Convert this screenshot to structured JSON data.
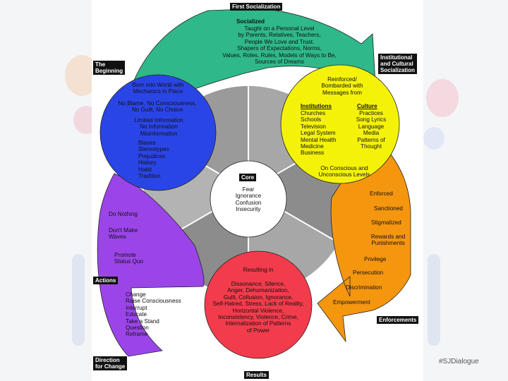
{
  "labels": {
    "first_socialization": "First Socialization",
    "the_beginning": "The\nBeginning",
    "institutional_cultural": "Institutional\nand Cultural\nSocialization",
    "core": "Core",
    "actions": "Actions",
    "enforcements": "Enforcements",
    "direction_for_change": "Direction\nfor Change",
    "results": "Results"
  },
  "socialized": {
    "title": "Socialized",
    "body": "Taught on a Personal Level\nby Parents, Relatives, Teachers,\nPeople We Love and Trust.\nShapers of Expectations, Norms,\nValues, Roles, Rules, Models of Ways to Be,\nSources of Dreams"
  },
  "beginning": {
    "born": "Born into World with\nMechanics in Place",
    "no_blame": "No Blame, No Consciousness,\nNo Guilt, No Choice",
    "limited": "Limited Information\nNo Information\nMisinformation",
    "list": "Biases\nStereotypes\nPrejudices\nHistory\nHabit\nTradition"
  },
  "institutional": {
    "reinforced": "Reinforced/\nBombarded with\nMessages from",
    "institutions_title": "Institutions",
    "institutions_list": "Churches\nSchools\nTelevision\nLegal System\nMental Health\nMedicine\nBusiness",
    "culture_title": "Culture",
    "culture_list": "Practices\nSong Lyrics\nLanguage\nMedia\nPatterns of\nThought",
    "conscious": "On Conscious and\nUnconscious Levels"
  },
  "core": {
    "body": "Fear\nIgnorance\nConfusion\nInsecurity"
  },
  "enforcements": {
    "items": [
      "Enforced",
      "Sanctioned",
      "Stigmatized",
      "Rewards and\nPunishments",
      "Privilege",
      "Persecution",
      "Discrimination",
      "Empowerment"
    ]
  },
  "results": {
    "title": "Resulting in",
    "body": "Dissonance, Silence,\nAnger, Dehumanization,\nGuilt, Collusion, Ignorance,\nSelf-Hatred, Stress, Lack of Reality,\nHorizontal Violence,\nInconsistency, Violence, Crime,\nInternalization of Patterns\nof Power"
  },
  "actions": {
    "items": [
      "Do Nothing",
      "Don't Make\nWaves",
      "Promote\nStatus Quo"
    ]
  },
  "change": {
    "body": "Change\nRaise Consciousness\nInterrupt\nEducate\nTake a Stand\nQuestion\nReframe"
  },
  "hashtag": "#SJDialogue",
  "colors": {
    "green": "#2fb88a",
    "blue": "#2a45e6",
    "yellow": "#f5f20a",
    "orange": "#f5960f",
    "red": "#f23c4c",
    "purple": "#9b45e8",
    "gray": "#8c8c8c"
  }
}
